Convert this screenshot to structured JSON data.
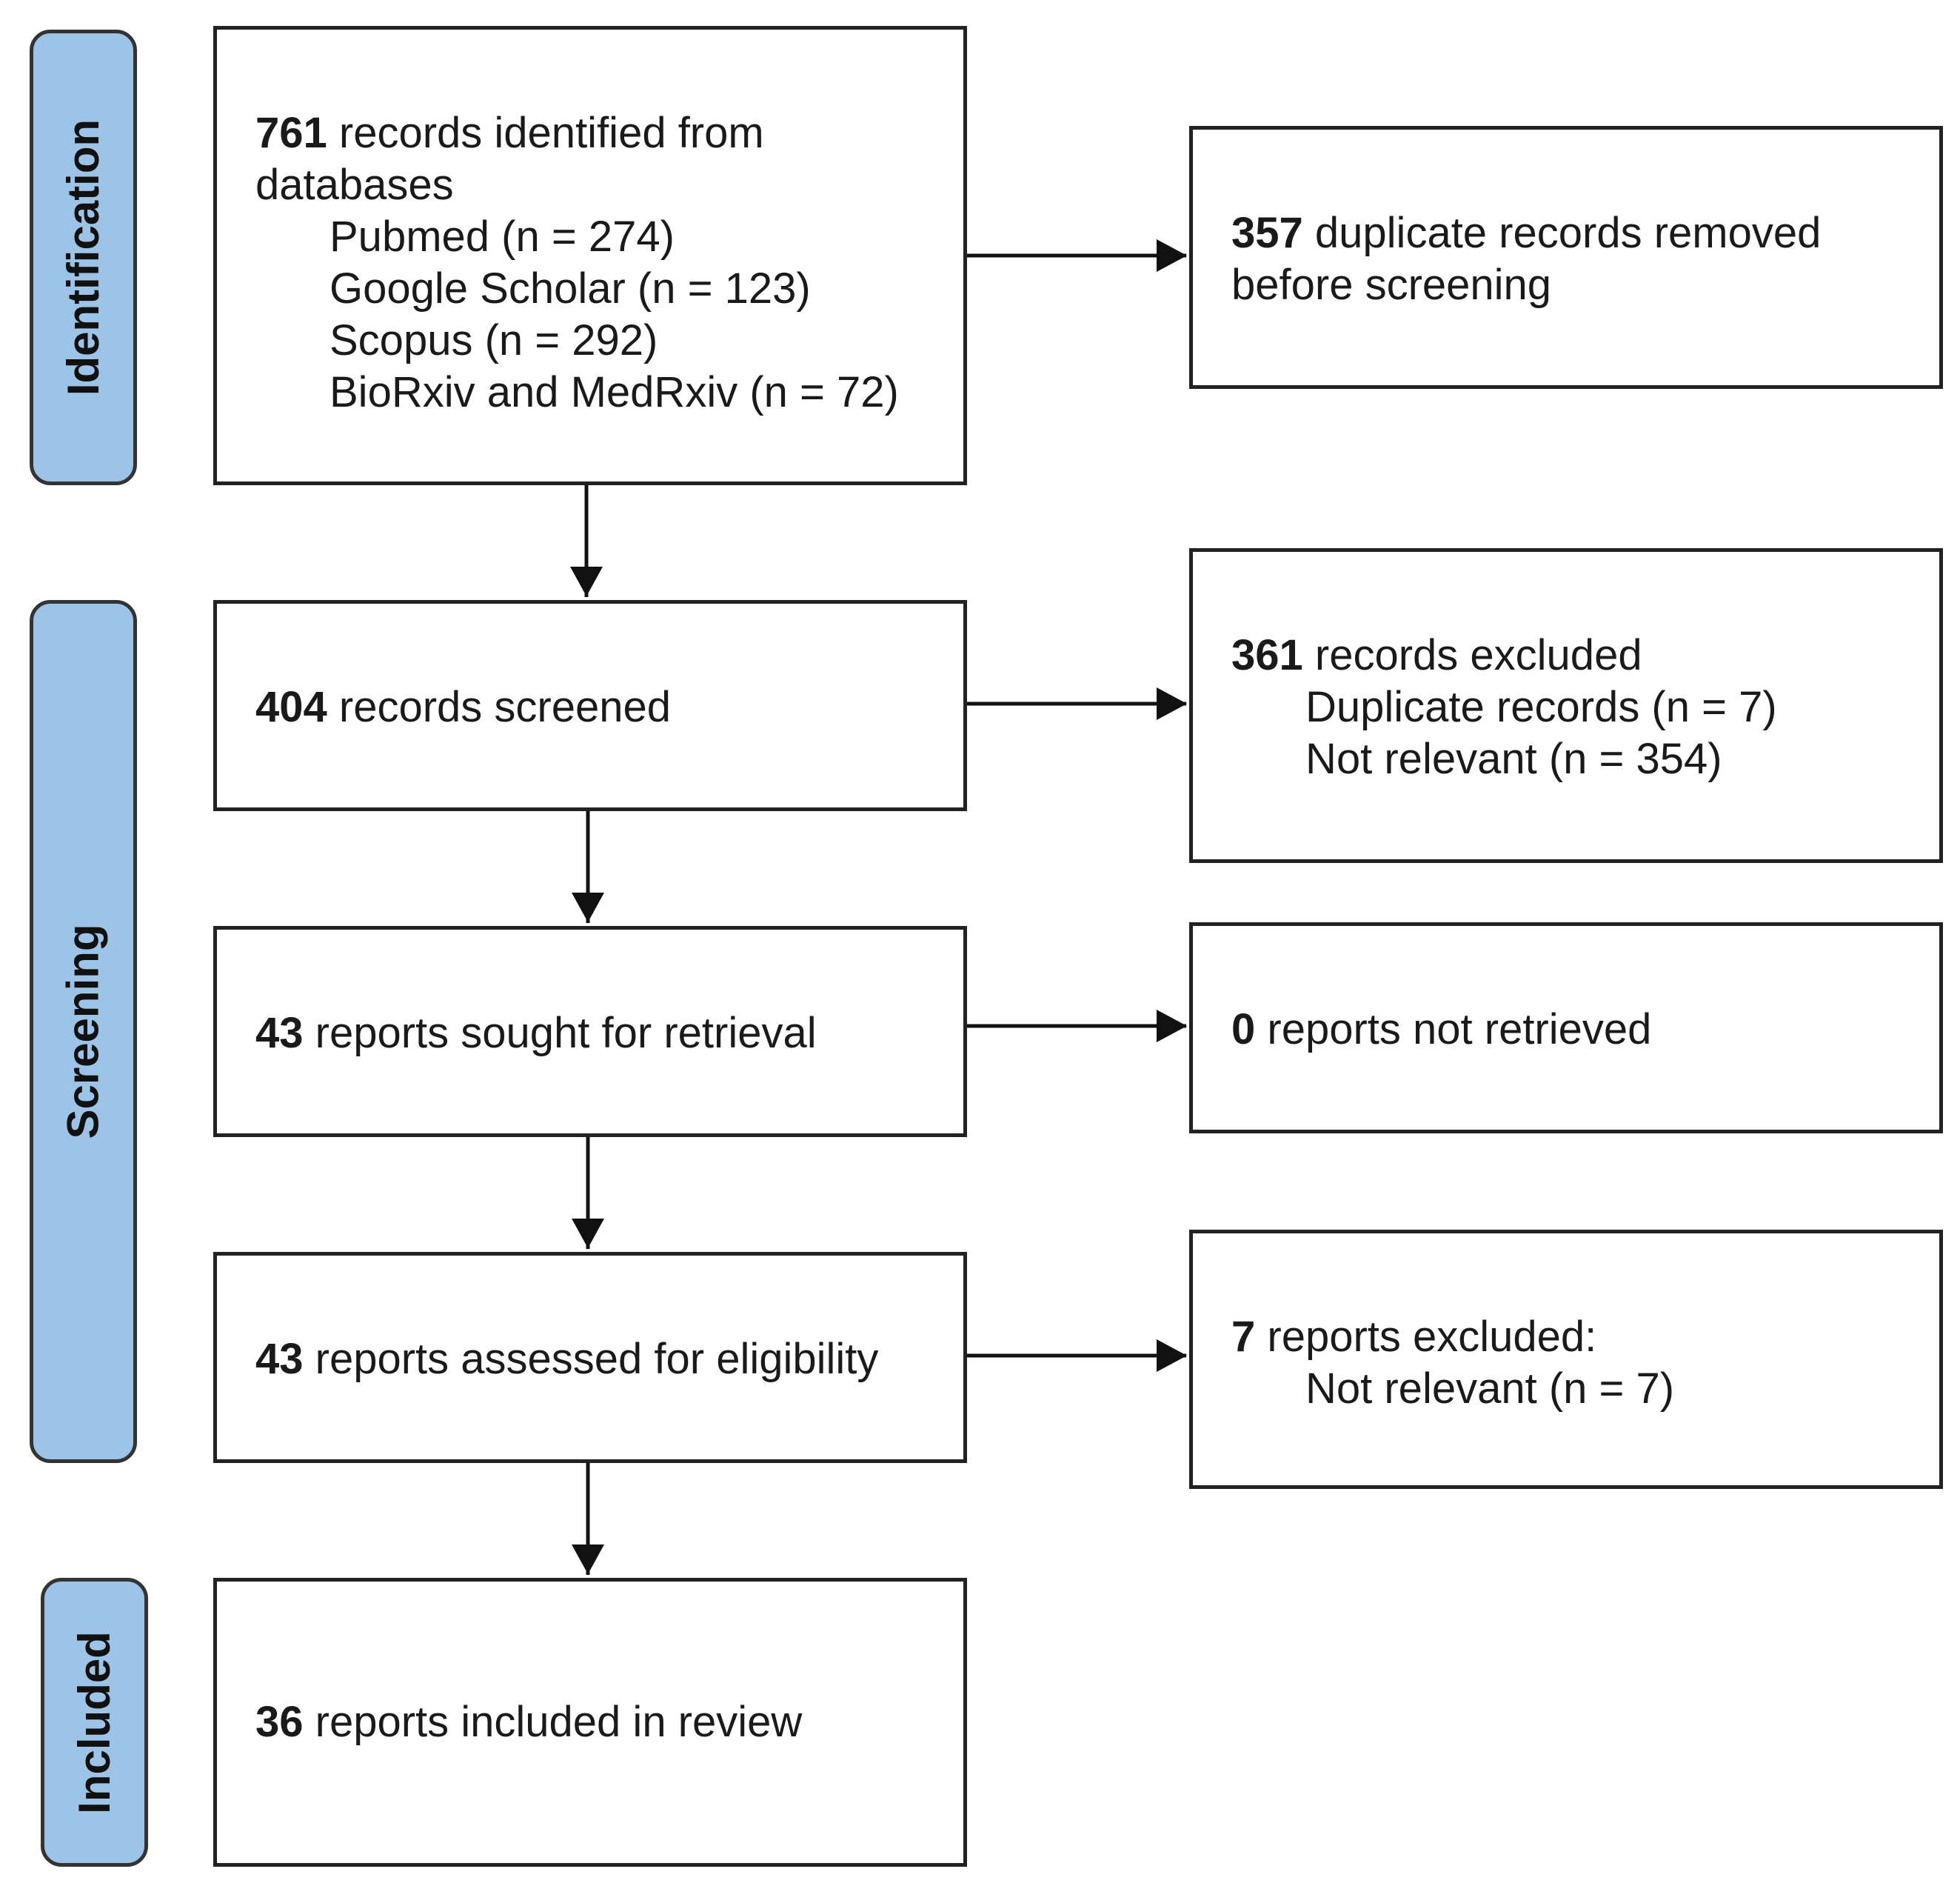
{
  "phases": {
    "identification": "Identification",
    "screening": "Screening",
    "included": "Included"
  },
  "boxes": {
    "identified": {
      "count": "761",
      "text": " records identified from",
      "text2": "databases",
      "sources": [
        "Pubmed (n = 274)",
        "Google Scholar (n = 123)",
        "Scopus (n = 292)",
        "BioRxiv and MedRxiv (n = 72)"
      ]
    },
    "duplicates": {
      "count": "357",
      "text": " duplicate records removed",
      "text2": "before screening"
    },
    "screened": {
      "count": "404",
      "text": " records screened"
    },
    "excluded": {
      "count": "361",
      "text": " records excluded",
      "reasons": [
        "Duplicate records (n = 7)",
        "Not relevant (n = 354)"
      ]
    },
    "sought": {
      "count": "43",
      "text": " reports sought for retrieval"
    },
    "not_retrieved": {
      "count": "0",
      "text": " reports not retrieved"
    },
    "assessed": {
      "count": "43",
      "text": " reports assessed for eligibility"
    },
    "reports_excluded": {
      "count": "7",
      "text": " reports excluded:",
      "reasons": [
        "Not relevant (n = 7)"
      ]
    },
    "included": {
      "count": "36",
      "text": " reports included in review"
    }
  },
  "colors": {
    "phase_fill": "#9dc3e6",
    "border": "#222222"
  }
}
